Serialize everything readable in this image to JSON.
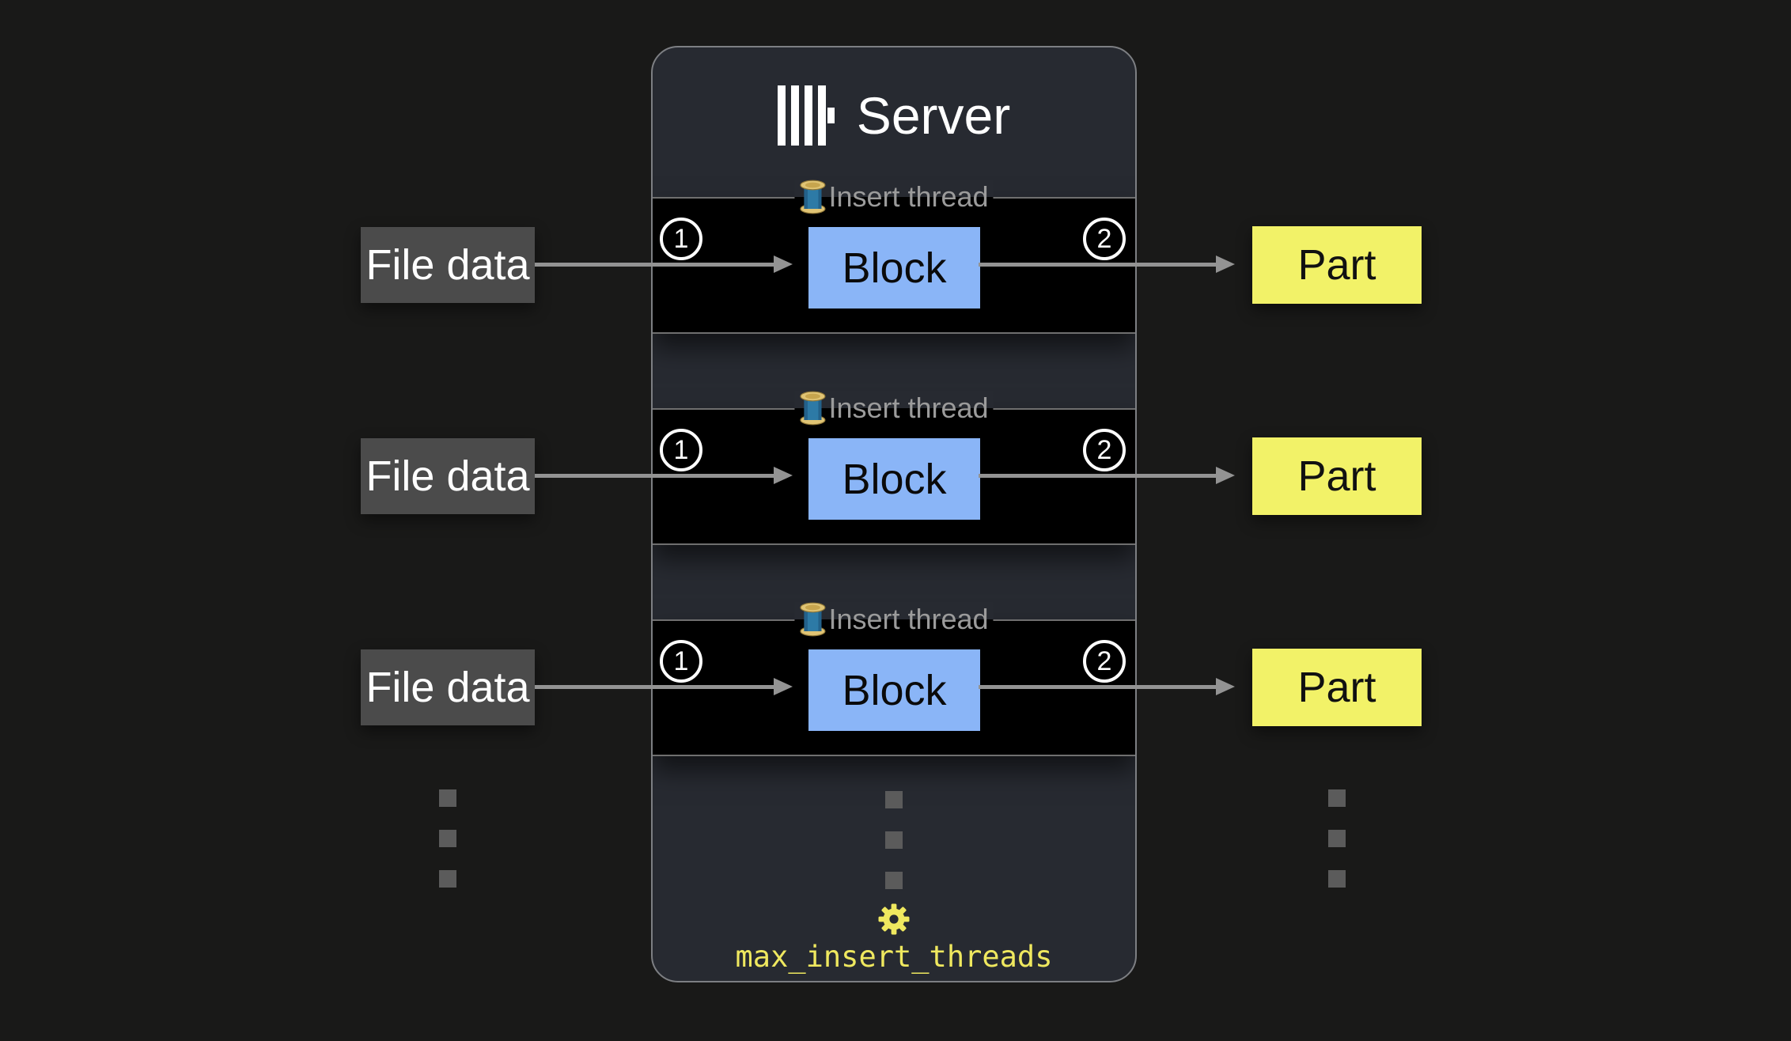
{
  "colors": {
    "page_background": "#191918",
    "server_background": "#272a31",
    "server_border": "#7d7f83",
    "thread_box_background": "#000000",
    "block_blue": "#8ab5f7",
    "part_yellow": "#f2f268",
    "file_gray": "#4b4b4b",
    "arrow_gray": "#939393",
    "thread_label_gray": "#9b9b9b",
    "settings_yellow": "#efe85f",
    "step_circle_white": "#ffffff"
  },
  "server": {
    "logo_icon": "clickhouse-logo",
    "title": "Server",
    "settings": {
      "icon": "gear-icon",
      "label": "max_insert_threads"
    }
  },
  "threads": [
    {
      "icon": "thread-spool-icon",
      "label": "Insert thread",
      "step_in": "1",
      "block": "Block",
      "step_out": "2"
    },
    {
      "icon": "thread-spool-icon",
      "label": "Insert thread",
      "step_in": "1",
      "block": "Block",
      "step_out": "2"
    },
    {
      "icon": "thread-spool-icon",
      "label": "Insert thread",
      "step_in": "1",
      "block": "Block",
      "step_out": "2"
    }
  ],
  "inputs": [
    {
      "label": "File data"
    },
    {
      "label": "File data"
    },
    {
      "label": "File data"
    }
  ],
  "outputs": [
    {
      "label": "Part"
    },
    {
      "label": "Part"
    },
    {
      "label": "Part"
    }
  ]
}
